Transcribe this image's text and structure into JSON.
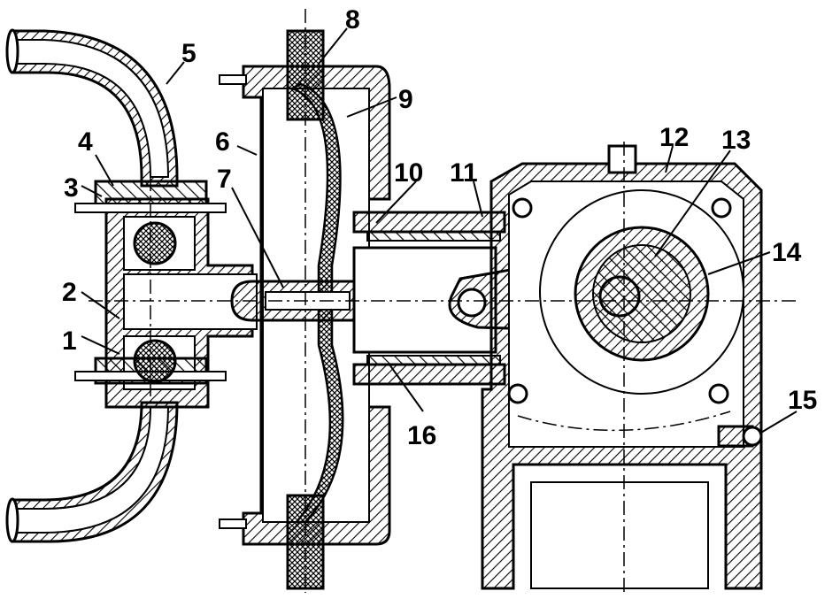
{
  "diagram": {
    "kind": "pump cross-section",
    "ink_color": "#000000",
    "paper_color": "#ffffff",
    "callouts": [
      {
        "id": "1",
        "text": "1"
      },
      {
        "id": "2",
        "text": "2"
      },
      {
        "id": "3",
        "text": "3"
      },
      {
        "id": "4",
        "text": "4"
      },
      {
        "id": "5",
        "text": "5"
      },
      {
        "id": "6",
        "text": "6"
      },
      {
        "id": "7",
        "text": "7"
      },
      {
        "id": "8",
        "text": "8"
      },
      {
        "id": "9",
        "text": "9"
      },
      {
        "id": "10",
        "text": "10"
      },
      {
        "id": "11",
        "text": "11"
      },
      {
        "id": "12",
        "text": "12"
      },
      {
        "id": "13",
        "text": "13"
      },
      {
        "id": "14",
        "text": "14"
      },
      {
        "id": "15",
        "text": "15"
      },
      {
        "id": "16",
        "text": "16"
      }
    ]
  }
}
